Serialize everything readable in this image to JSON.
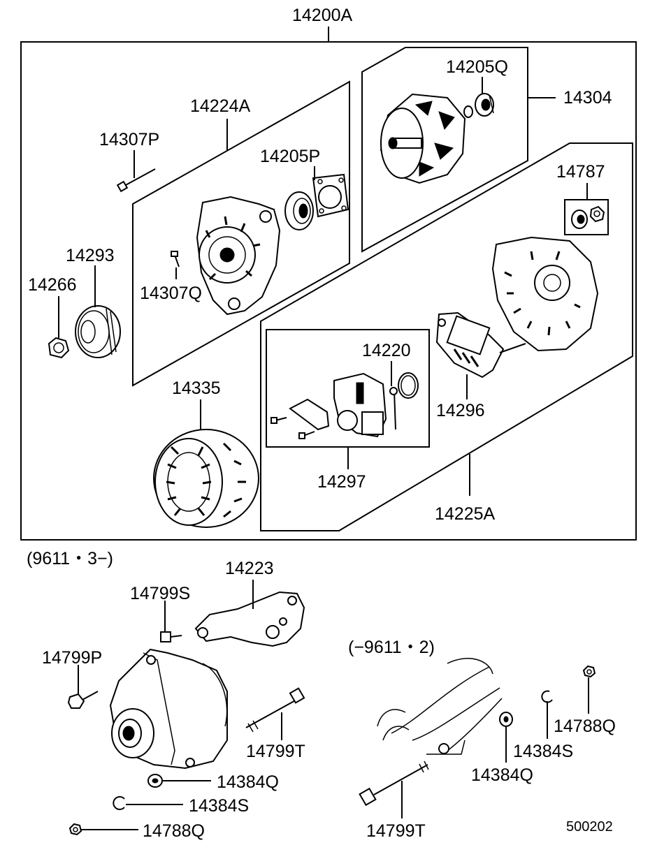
{
  "part_numbers": {
    "alternator_assembly": "14200A",
    "front_bracket_assembly": "14224A",
    "bolt_14307P": "14307P",
    "bearing_14205P": "14205P",
    "screw_14307Q": "14307Q",
    "pulley": "14293",
    "pulley_nut": "14266",
    "stator": "14335",
    "rotor_bearing": "14205Q",
    "rotor": "14304",
    "nut_set": "14787",
    "rectifier": "14296",
    "brush": "14220",
    "regulator_assembly": "14297",
    "rear_bracket_assembly": "14225A",
    "bracket": "14223",
    "bolt_upper_left": "14799S",
    "bolt_left": "14799P",
    "long_bolt_left": "14799T",
    "washer_left": "14384Q",
    "lock_washer_left": "14384S",
    "nut_left": "14788Q",
    "nut_right": "14788Q",
    "lock_washer_right": "14384S",
    "washer_right": "14384Q",
    "long_bolt_right": "14799T"
  },
  "serial_ranges": {
    "from": "(9611・3−)",
    "to": "(−9611・2)"
  },
  "diagram_code": "500202"
}
